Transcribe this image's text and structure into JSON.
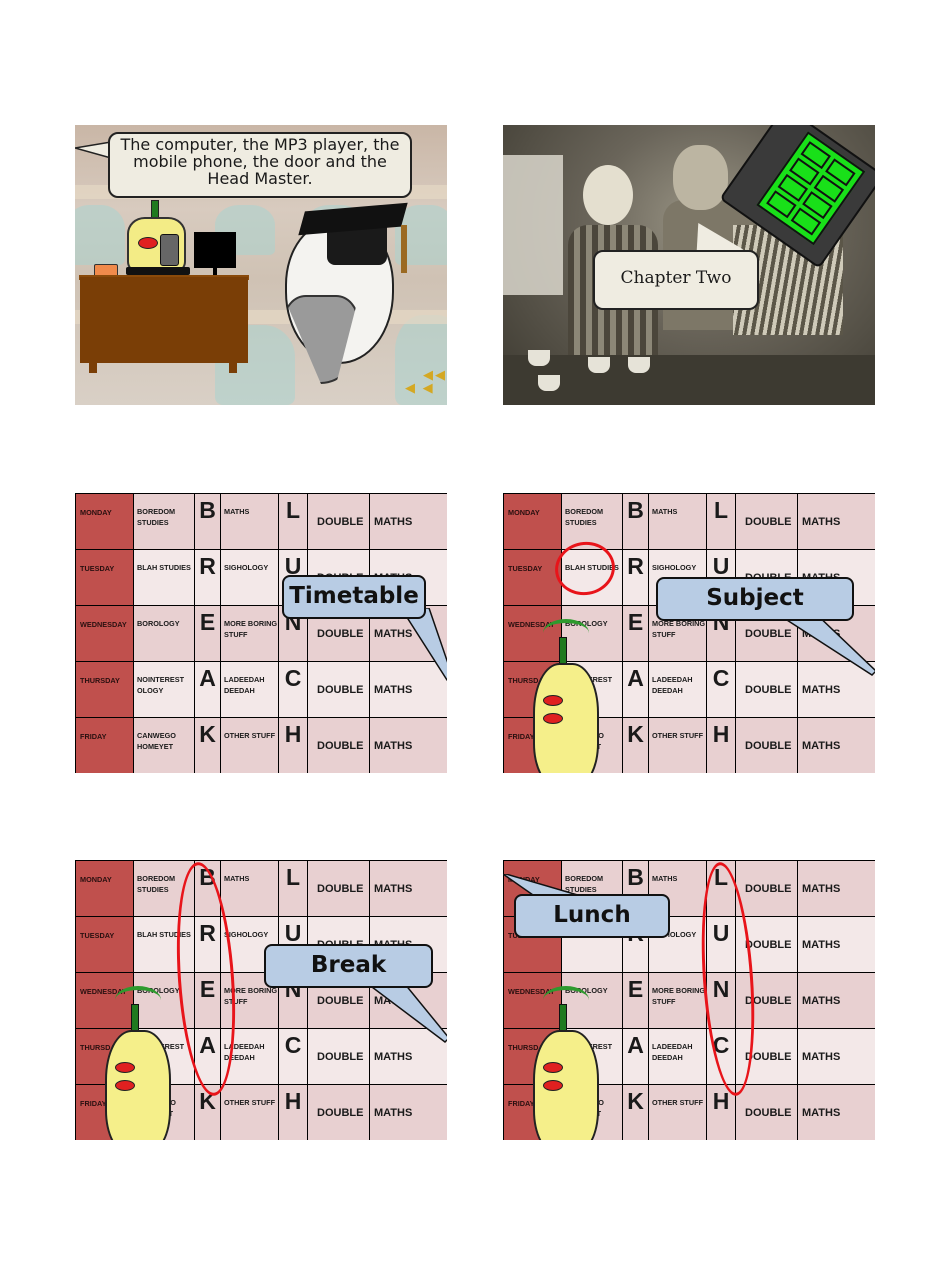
{
  "slides": [
    {
      "id": 1,
      "type": "cartoon",
      "speech_bubble": "The computer, the MP3 player,  the mobile phone, the door and the Head Master.",
      "characters": [
        "turnip-student",
        "head-master"
      ],
      "props": [
        "desk",
        "computer-monitor",
        "keyboard",
        "mp3-player",
        "mobile-phone",
        "mortarboard-cap"
      ],
      "icons": [
        "sound-icon",
        "sound-icon",
        "sound-icon",
        "sound-icon"
      ]
    },
    {
      "id": 2,
      "type": "photo",
      "speech_bubble": "Chapter Two",
      "props": [
        "handheld-device"
      ]
    }
  ],
  "timetable": {
    "rows": [
      {
        "day": "MONDAY",
        "subject1": "BOREDOM STUDIES",
        "break_letter": "B",
        "subject2": "MATHS",
        "lunch_letter": "L",
        "col6": "DOUBLE",
        "col7": "MATHS"
      },
      {
        "day": "TUESDAY",
        "subject1": "BLAH STUDIES",
        "break_letter": "R",
        "subject2": "SIGHOLOGY",
        "lunch_letter": "U",
        "col6": "DOUBLE",
        "col7": "MATHS"
      },
      {
        "day": "WEDNESDAY",
        "subject1": "BOROLOGY",
        "break_letter": "E",
        "subject2": "MORE BORING STUFF",
        "lunch_letter": "N",
        "col6": "DOUBLE",
        "col7": "MATHS"
      },
      {
        "day": "THURSDAY",
        "subject1": "NOINTEREST OLOGY",
        "break_letter": "A",
        "subject2": "LADEEDAH DEEDAH",
        "lunch_letter": "C",
        "col6": "DOUBLE",
        "col7": "MATHS"
      },
      {
        "day": "FRIDAY",
        "subject1": "CANWEGO HOMEYET",
        "break_letter": "K",
        "subject2": "OTHER STUFF",
        "lunch_letter": "H",
        "col6": "DOUBLE",
        "col7": "MATHS"
      }
    ]
  },
  "timetable_slides": [
    {
      "id": 3,
      "callout": "Timetable",
      "highlight": null,
      "turnip": false
    },
    {
      "id": 4,
      "callout": "Subject",
      "highlight": "BLAH STUDIES",
      "turnip": true
    },
    {
      "id": 5,
      "callout": "Break",
      "highlight": "BREAK column",
      "turnip": true
    },
    {
      "id": 6,
      "callout": "Lunch",
      "highlight": "LUNC column",
      "turnip": true
    }
  ],
  "colors": {
    "day_column": "#c0504d",
    "row_odd": "#e8d0d1",
    "row_even": "#f3e8e8",
    "callout": "#b8cce4",
    "highlight_oval": "#e8141a",
    "speech_bubble": "#efece1",
    "device_screen": "#19e019"
  }
}
